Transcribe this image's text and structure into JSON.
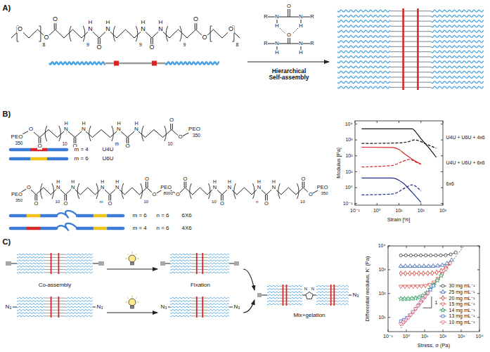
{
  "diagram": {
    "labels": [
      "A)",
      "O",
      "8",
      "O",
      "O",
      "9",
      "N",
      "H",
      "O",
      "N",
      "H",
      "9",
      "N",
      "H",
      "O",
      "N",
      "H",
      "9",
      "O",
      "O",
      "O",
      "8",
      "Hierarchical Self-assembly",
      "O",
      "R",
      "N",
      "N",
      "R",
      "H",
      "H",
      "O",
      "R",
      "N",
      "N",
      "R",
      "H",
      "H",
      "B)",
      "PEO",
      "350",
      "O",
      "O",
      "10",
      "N",
      "H",
      "O",
      "N",
      "H",
      "m",
      "N",
      "H",
      "O",
      "N",
      "H",
      "10",
      "O",
      "O",
      "PEO",
      "350",
      "PEO",
      "350",
      "O",
      "O",
      "10",
      "N",
      "H",
      "O",
      "N",
      "H",
      "m",
      "N",
      "H",
      "O",
      "N",
      "H",
      "10",
      "O",
      "O",
      "PEO",
      "8000",
      "O",
      "O",
      "10",
      "N",
      "H",
      "O",
      "N",
      "H",
      "n",
      "N",
      "H",
      "O",
      "N",
      "H",
      "10",
      "O",
      "O",
      "PEO",
      "350",
      "m = 4",
      "U4U",
      "m = 6",
      "U6U",
      "m = 6",
      "n = 6",
      "6X6",
      "m = 4",
      "n = 6",
      "4X6",
      "10⁴",
      "10³",
      "10²",
      "10¹",
      "10⁰",
      "10⁻¹",
      "10⁻¹",
      "10⁰",
      "10¹",
      "10²",
      "10³",
      "Modulus [Pa]",
      "Strain [%]",
      "U4U + U6U + 4x6",
      "U4U + U6U + 6x6",
      "6x6",
      "C)",
      "Co-assembly",
      "Fixation",
      "Mix+gelation",
      "N₃",
      "N₃",
      "N₃",
      "N₃",
      "N₃",
      "N",
      "N",
      "10⁴",
      "10³",
      "10²",
      "10¹",
      "10⁻¹",
      "10⁰",
      "10¹",
      "10²",
      "10³",
      "10⁴",
      "Differential modulus, K' (Pa)",
      "Stress, σ (Pa)",
      "1"
    ],
    "legend": [
      {
        "text": "30 mg mL⁻¹"
      },
      {
        "text": "25 mg mL⁻¹"
      },
      {
        "text": "20 mg mL⁻¹"
      },
      {
        "text": "15 mg mL⁻¹"
      },
      {
        "text": "14 mg mL⁻¹"
      },
      {
        "text": "13 mg mL⁻¹"
      },
      {
        "text": "10 mg mL⁻¹"
      }
    ]
  }
}
